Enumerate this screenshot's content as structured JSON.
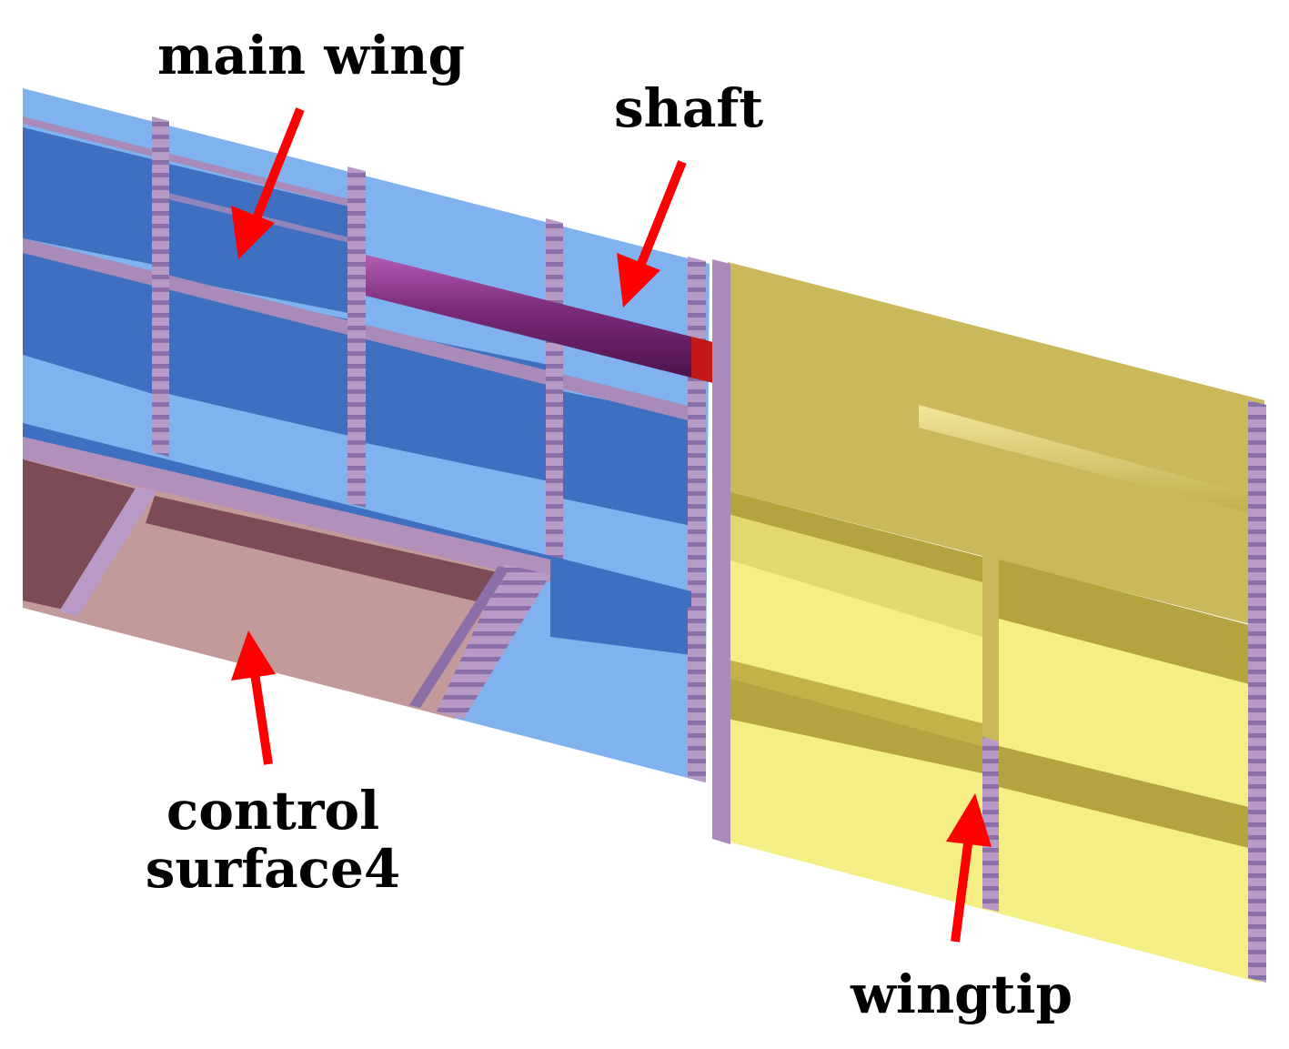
{
  "labels": {
    "main_wing": "main wing",
    "shaft": "shaft",
    "control_line1": "control",
    "control_line2": "surface4",
    "wingtip": "wingtip"
  },
  "colors": {
    "skin_light_blue": "#7fb2ee",
    "bay_dark_blue": "#3f6fc0",
    "rib_purple": "#a88bb8",
    "shaft_purple": "#7a2a7a",
    "shaft_red": "#c41818",
    "shaft_orange": "#ff8f1a",
    "wingtip_khaki": "#c9b95a",
    "wingtip_yellow": "#f3ef85",
    "control_pink": "#c29a9a",
    "control_maroon": "#7d4b56",
    "arrow_red": "#ff0000"
  }
}
